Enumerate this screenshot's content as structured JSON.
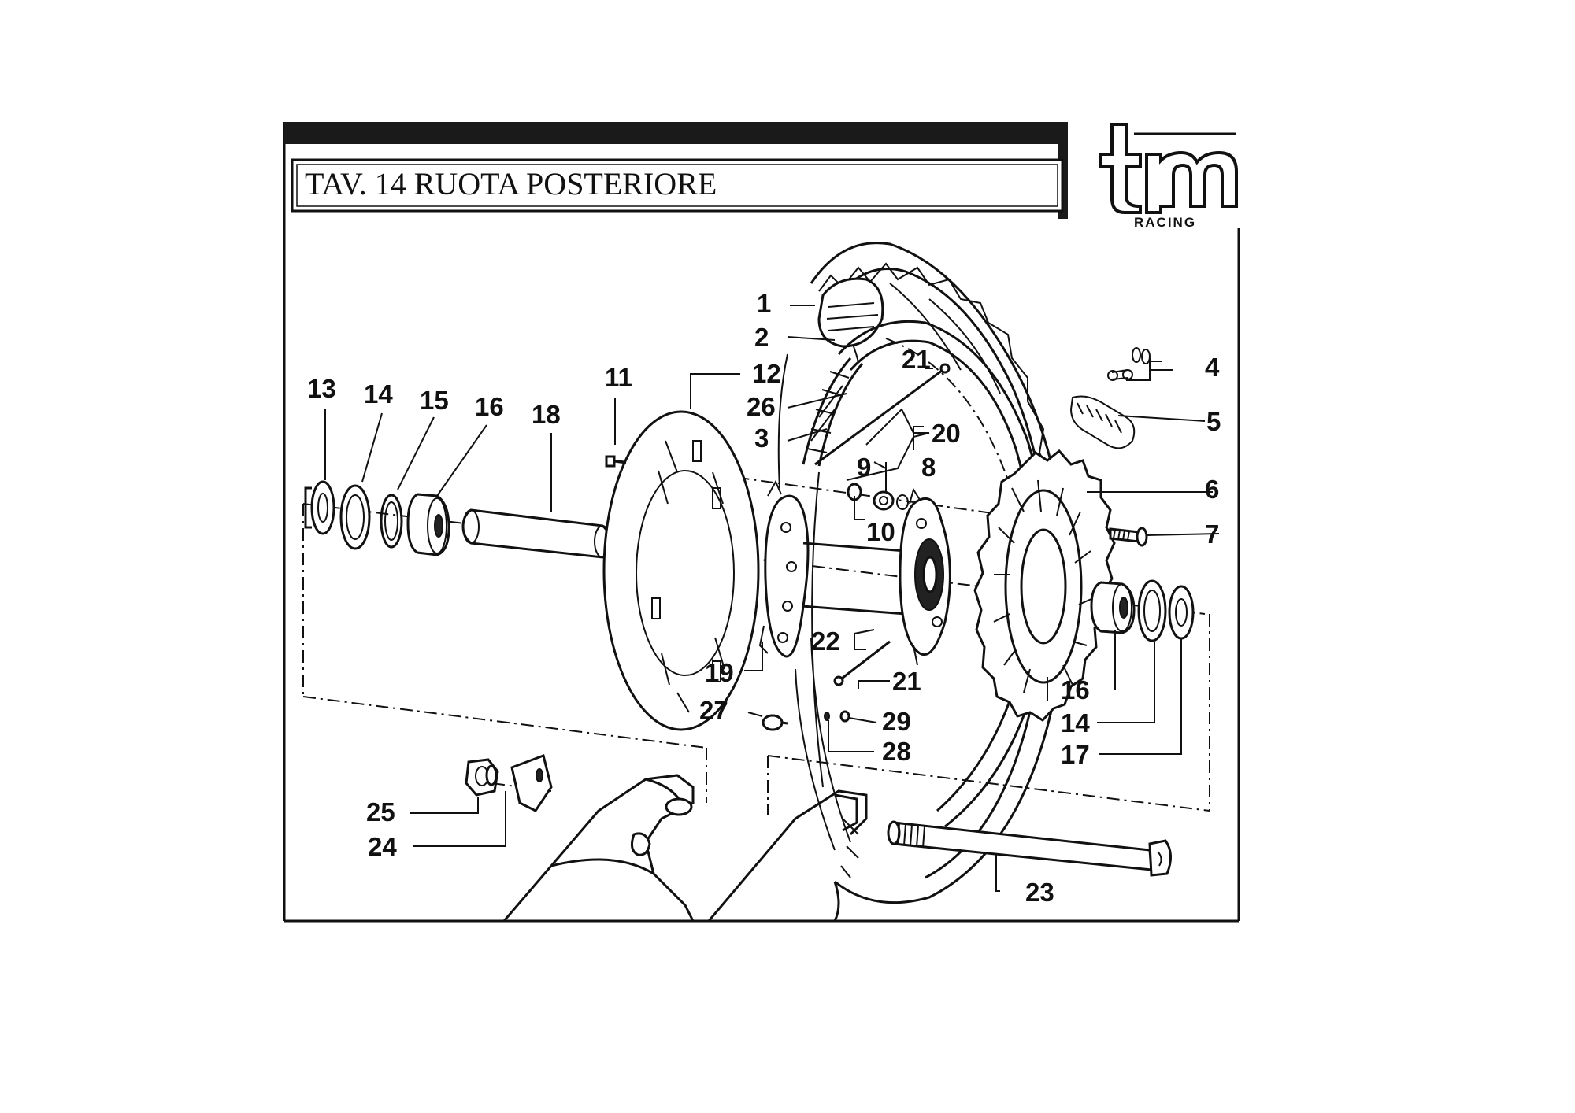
{
  "header": {
    "title": "TAV. 14 RUOTA POSTERIORE"
  },
  "brand": {
    "logo_text": "tm",
    "subtitle": "RACING"
  },
  "colors": {
    "ink": "#111111",
    "paper": "#ffffff",
    "header_bar": "#1a1a1a"
  },
  "callouts": [
    {
      "id": "c1",
      "number": "1"
    },
    {
      "id": "c2",
      "number": "2"
    },
    {
      "id": "c3",
      "number": "3"
    },
    {
      "id": "c4",
      "number": "4"
    },
    {
      "id": "c5",
      "number": "5"
    },
    {
      "id": "c6",
      "number": "6"
    },
    {
      "id": "c7",
      "number": "7"
    },
    {
      "id": "c8",
      "number": "8"
    },
    {
      "id": "c9",
      "number": "9"
    },
    {
      "id": "c10",
      "number": "10"
    },
    {
      "id": "c11",
      "number": "11"
    },
    {
      "id": "c12",
      "number": "12"
    },
    {
      "id": "c13",
      "number": "13"
    },
    {
      "id": "c14a",
      "number": "14"
    },
    {
      "id": "c14b",
      "number": "14"
    },
    {
      "id": "c15",
      "number": "15"
    },
    {
      "id": "c16a",
      "number": "16"
    },
    {
      "id": "c16b",
      "number": "16"
    },
    {
      "id": "c17",
      "number": "17"
    },
    {
      "id": "c18",
      "number": "18"
    },
    {
      "id": "c19",
      "number": "19"
    },
    {
      "id": "c20",
      "number": "20"
    },
    {
      "id": "c21a",
      "number": "21"
    },
    {
      "id": "c21b",
      "number": "21"
    },
    {
      "id": "c22",
      "number": "22"
    },
    {
      "id": "c23",
      "number": "23"
    },
    {
      "id": "c24",
      "number": "24"
    },
    {
      "id": "c25",
      "number": "25"
    },
    {
      "id": "c26",
      "number": "26"
    },
    {
      "id": "c27",
      "number": "27"
    },
    {
      "id": "c28",
      "number": "28"
    },
    {
      "id": "c29",
      "number": "29"
    }
  ]
}
